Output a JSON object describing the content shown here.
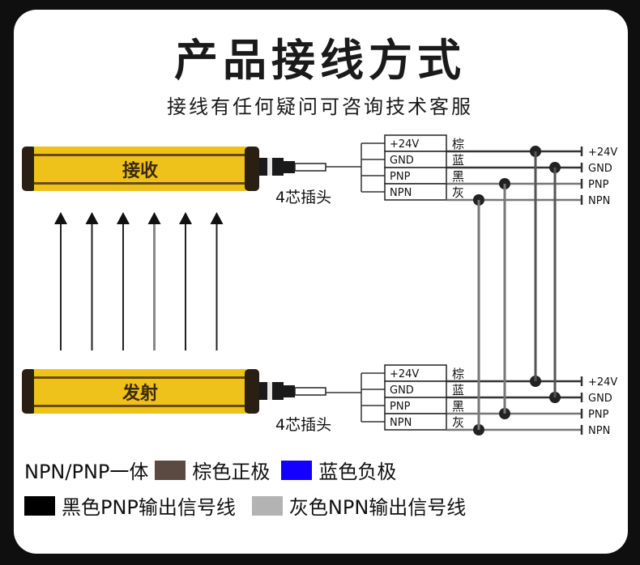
{
  "title": "产品接线方式",
  "subtitle": "接线有任何疑问可咨询技术客服",
  "receiver": {
    "label": "接收",
    "connector_label": "4芯插头"
  },
  "emitter": {
    "label": "发射",
    "connector_label": "4芯插头"
  },
  "wires": [
    {
      "signal": "+24V",
      "color_name": "棕",
      "terminal": "+24V",
      "color": "#5a4a42"
    },
    {
      "signal": "GND",
      "color_name": "蓝",
      "terminal": "GND",
      "color": "#1400ff"
    },
    {
      "signal": "PNP",
      "color_name": "黑",
      "terminal": "PNP",
      "color": "#000000"
    },
    {
      "signal": "NPN",
      "color_name": "灰",
      "terminal": "NPN",
      "color": "#b3b3b3"
    }
  ],
  "legend": {
    "row1_prefix": "NPN/PNP一体",
    "items": [
      {
        "label": "棕色正极",
        "color": "#5a4a42"
      },
      {
        "label": "蓝色负极",
        "color": "#1400ff"
      },
      {
        "label": "黑色PNP输出信号线",
        "color": "#000000"
      },
      {
        "label": "灰色NPN输出信号线",
        "color": "#b3b3b3"
      }
    ]
  },
  "colors": {
    "bar_yellow": "#eec21a",
    "bar_dark": "#2a1f12",
    "bar_stripe": "#6b4a12"
  },
  "beam_count": 6
}
